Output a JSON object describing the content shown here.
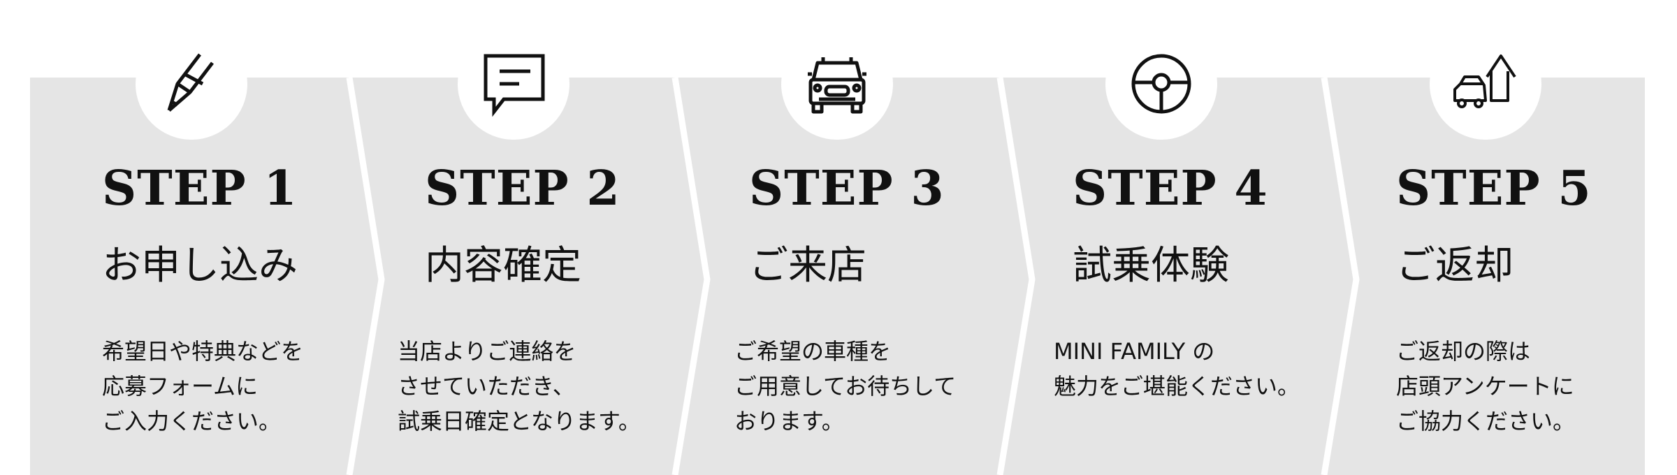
{
  "colors": {
    "band": "#e5e5e5",
    "separator": "#ffffff",
    "icon": "#111111"
  },
  "steps": [
    {
      "icon": "pencil-icon",
      "heading": "STEP 1",
      "title": "お申し込み",
      "lines": [
        "希望日や特典などを",
        "応募フォームに",
        "ご入力ください。"
      ]
    },
    {
      "icon": "chat-bubble-icon",
      "heading": "STEP 2",
      "title": "内容確定",
      "lines": [
        "当店よりご連絡を",
        "させていただき、",
        "試乗日確定となります。"
      ]
    },
    {
      "icon": "car-front-icon",
      "heading": "STEP 3",
      "title": "ご来店",
      "lines": [
        "ご希望の車種を",
        "ご用意してお待ちして",
        "おります。"
      ]
    },
    {
      "icon": "steering-wheel-icon",
      "heading": "STEP 4",
      "title": "試乗体験",
      "lines": [
        "MINI FAMILY の",
        "魅力をご堪能ください。"
      ]
    },
    {
      "icon": "car-home-icon",
      "heading": "STEP 5",
      "title": "ご返却",
      "lines": [
        "ご返却の際は",
        "店頭アンケートに",
        "ご協力ください。"
      ]
    }
  ]
}
